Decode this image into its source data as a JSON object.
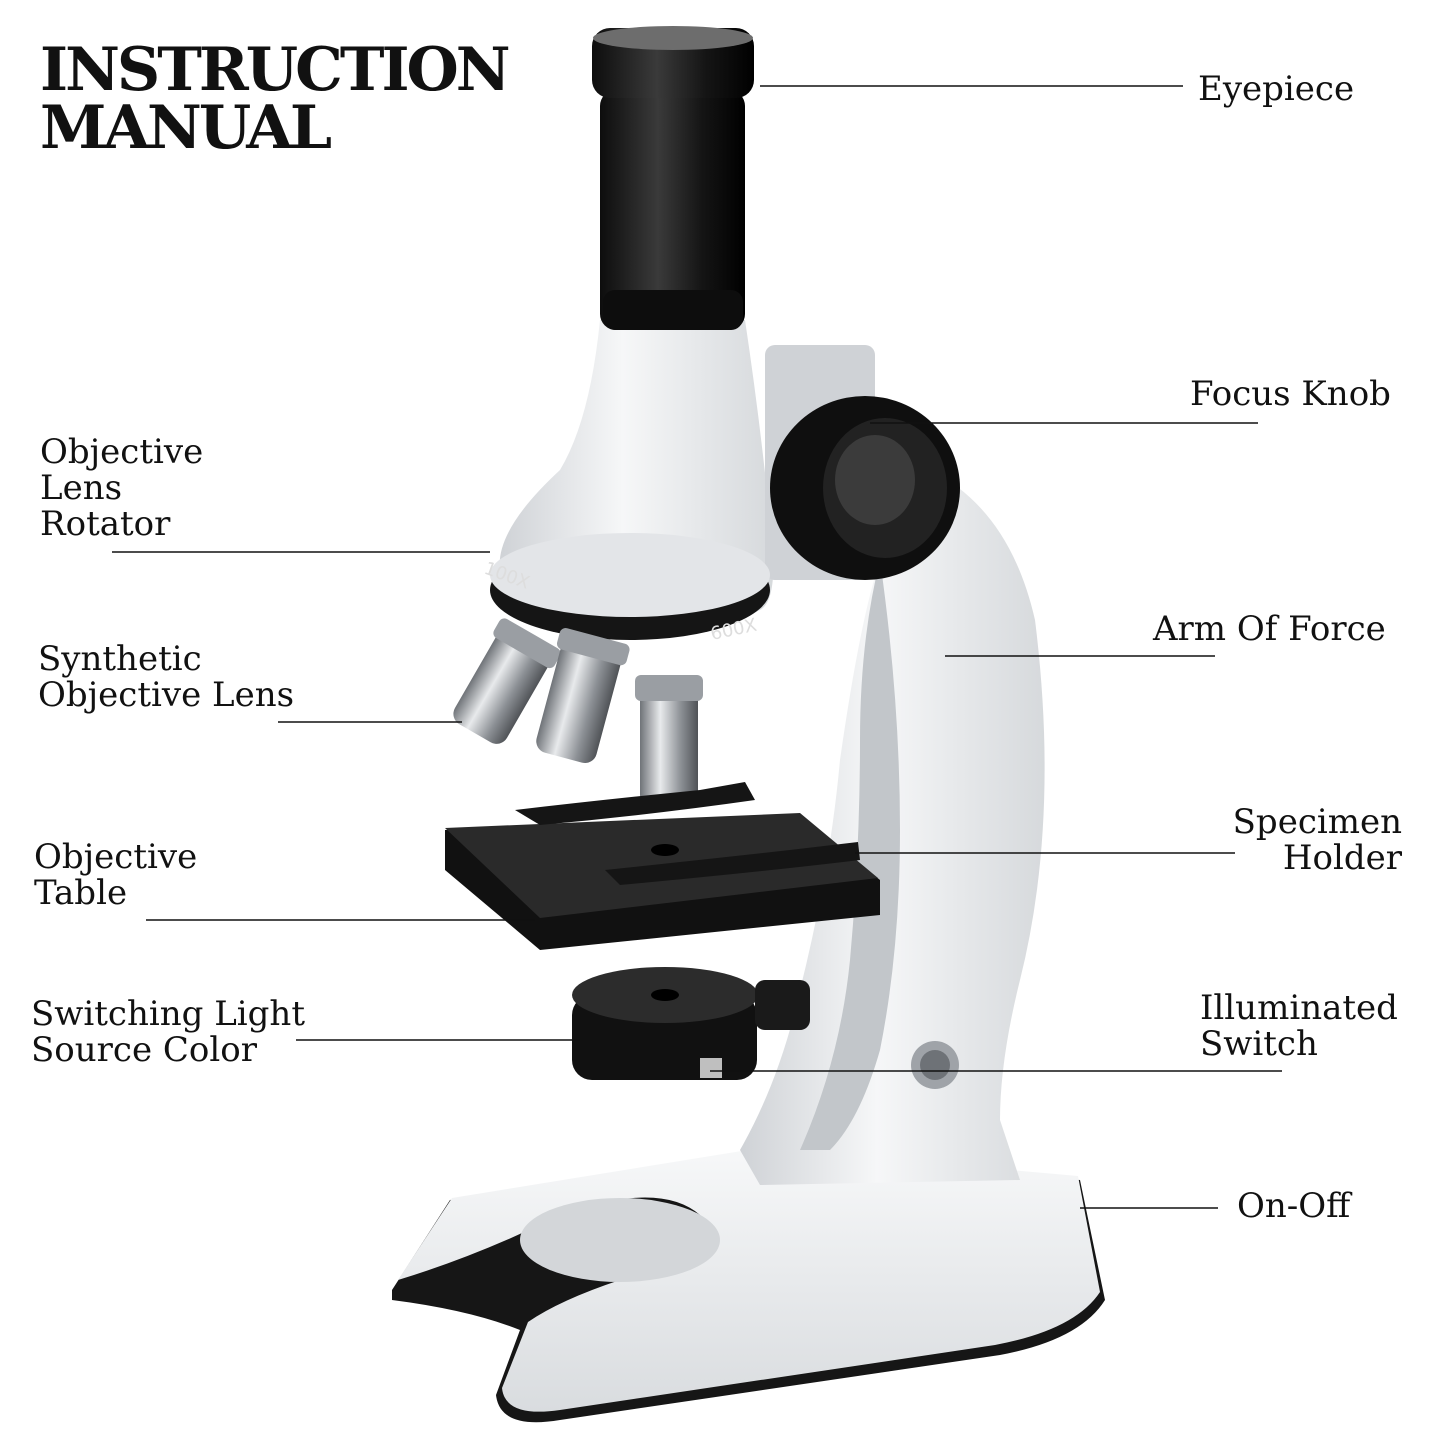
{
  "title": {
    "line1": "INSTRUCTION",
    "line2": "MANUAL"
  },
  "labels": {
    "eyepiece": [
      "Eyepiece"
    ],
    "focus_knob": [
      "Focus Knob"
    ],
    "objective_lens_rotator": [
      "Objective",
      "Lens",
      "Rotator"
    ],
    "arm_of_force": [
      "Arm Of Force"
    ],
    "synthetic_objective_lens": [
      "Synthetic",
      "Objective Lens"
    ],
    "specimen_holder": [
      "Specimen",
      "Holder"
    ],
    "objective_table": [
      "Objective",
      "Table"
    ],
    "switching_light_source_color": [
      "Switching Light",
      "Source Color"
    ],
    "illuminated_switch": [
      "Illuminated",
      "Switch"
    ],
    "on_off": [
      "On-Off"
    ]
  },
  "turret_marks": {
    "left": "100X",
    "right": "600X"
  },
  "colors": {
    "ink": "#111111",
    "body": "#e9ebee",
    "dark": "#1b1b1b"
  }
}
